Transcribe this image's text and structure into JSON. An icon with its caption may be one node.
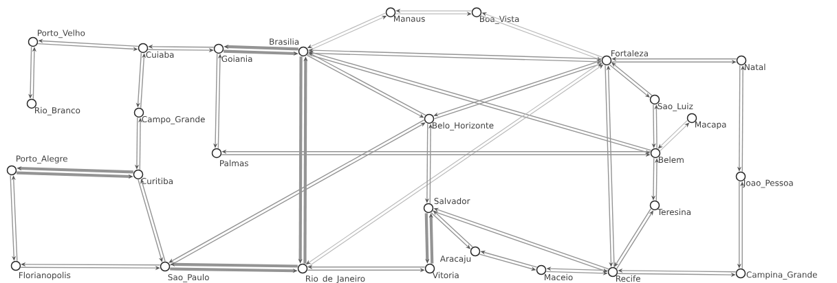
{
  "diagram": {
    "nodes": [
      {
        "text": [
          "Manaus"
        ]
      },
      {
        "text": [
          "Boa_Vista"
        ]
      },
      {
        "text": [
          "Porto_Velho"
        ]
      },
      {
        "text": [
          "Cuiaba"
        ]
      },
      {
        "text": [
          "Goiania"
        ]
      },
      {
        "text": [
          "Brasilia"
        ]
      },
      {
        "text": [
          "Fortaleza"
        ]
      },
      {
        "text": [
          "Natal"
        ]
      },
      {
        "text": [
          "Rio_Branco"
        ]
      },
      {
        "text": [
          "Sao_Luiz"
        ]
      },
      {
        "text": [
          "Campo_Grande"
        ]
      },
      {
        "text": [
          "Belo_Horizonte"
        ]
      },
      {
        "text": [
          "Macapa"
        ]
      },
      {
        "text": [
          "Palmas"
        ]
      },
      {
        "text": [
          "Belem"
        ]
      },
      {
        "text": [
          "Porto_Alegre"
        ]
      },
      {
        "text": [
          "Curitiba"
        ]
      },
      {
        "text": [
          "Joao_Pessoa"
        ]
      },
      {
        "text": [
          "Teresina"
        ]
      },
      {
        "text": [
          "Salvador"
        ]
      },
      {
        "text": [
          "Aracaju"
        ]
      },
      {
        "text": [
          "Florianopolis"
        ]
      },
      {
        "text": [
          "Sao_Paulo"
        ]
      },
      {
        "text": [
          "Rio_de_Janeiro"
        ]
      },
      {
        "text": [
          "Vitoria"
        ]
      },
      {
        "text": [
          "Maceio"
        ]
      },
      {
        "text": [
          "Recife"
        ]
      },
      {
        "text": [
          "Campina_Grande"
        ]
      }
    ],
    "edges": [
      {
        "from": 2,
        "to": 8,
        "arrow": "to"
      },
      {
        "from": 8,
        "to": 2,
        "arrow": "to"
      },
      {
        "from": 2,
        "to": 3,
        "arrow": "to"
      },
      {
        "from": 3,
        "to": 2,
        "arrow": "to"
      },
      {
        "from": 3,
        "to": 4,
        "arrow": "to"
      },
      {
        "from": 4,
        "to": 3,
        "arrow": "to"
      },
      {
        "from": 3,
        "to": 10,
        "arrow": "to"
      },
      {
        "from": 10,
        "to": 3,
        "arrow": "to"
      },
      {
        "from": 4,
        "to": 5,
        "arrow": "to",
        "style": "thick"
      },
      {
        "from": 5,
        "to": 4,
        "arrow": "to",
        "style": "thick"
      },
      {
        "from": 4,
        "to": 13,
        "arrow": "to"
      },
      {
        "from": 13,
        "to": 4,
        "arrow": "to"
      },
      {
        "from": 5,
        "to": 0,
        "arrow": "to",
        "color": "#bbbbbb"
      },
      {
        "from": 0,
        "to": 5,
        "arrow": "to",
        "color": "#bbbbbb"
      },
      {
        "from": 0,
        "to": 1,
        "arrow": "to",
        "color": "#bbbbbb"
      },
      {
        "from": 1,
        "to": 0,
        "arrow": "to",
        "color": "#bbbbbb"
      },
      {
        "from": 1,
        "to": 6,
        "arrow": "to",
        "color": "#bbbbbb"
      },
      {
        "from": 6,
        "to": 1,
        "arrow": "to",
        "color": "#bbbbbb"
      },
      {
        "from": 5,
        "to": 6,
        "arrow": "to"
      },
      {
        "from": 6,
        "to": 5,
        "arrow": "to"
      },
      {
        "from": 5,
        "to": 11,
        "arrow": "to"
      },
      {
        "from": 11,
        "to": 5,
        "arrow": "to"
      },
      {
        "from": 5,
        "to": 14,
        "arrow": "to"
      },
      {
        "from": 14,
        "to": 5,
        "arrow": "to"
      },
      {
        "from": 5,
        "to": 23,
        "arrow": "to",
        "style": "thick"
      },
      {
        "from": 23,
        "to": 5,
        "arrow": "to",
        "style": "thick"
      },
      {
        "from": 6,
        "to": 7,
        "arrow": "to"
      },
      {
        "from": 7,
        "to": 6,
        "arrow": "to"
      },
      {
        "from": 6,
        "to": 9,
        "arrow": "to"
      },
      {
        "from": 9,
        "to": 6,
        "arrow": "to"
      },
      {
        "from": 6,
        "to": 26,
        "arrow": "to"
      },
      {
        "from": 26,
        "to": 6,
        "arrow": "to"
      },
      {
        "from": 6,
        "to": 11,
        "arrow": "to"
      },
      {
        "from": 11,
        "to": 6,
        "arrow": "to"
      },
      {
        "from": 23,
        "to": 6,
        "arrow": "to",
        "color": "#bbbbbb"
      },
      {
        "from": 6,
        "to": 23,
        "arrow": "to",
        "color": "#bbbbbb"
      },
      {
        "from": 11,
        "to": 19,
        "arrow": "to"
      },
      {
        "from": 19,
        "to": 11,
        "arrow": "to"
      },
      {
        "from": 11,
        "to": 22,
        "arrow": "to"
      },
      {
        "from": 22,
        "to": 11,
        "arrow": "to"
      },
      {
        "from": 13,
        "to": 14,
        "arrow": "to"
      },
      {
        "from": 14,
        "to": 13,
        "arrow": "to"
      },
      {
        "from": 9,
        "to": 14,
        "arrow": "to"
      },
      {
        "from": 14,
        "to": 9,
        "arrow": "to"
      },
      {
        "from": 14,
        "to": 12,
        "arrow": "to",
        "color": "#bbbbbb"
      },
      {
        "from": 12,
        "to": 14,
        "arrow": "to",
        "color": "#bbbbbb"
      },
      {
        "from": 14,
        "to": 18,
        "arrow": "to"
      },
      {
        "from": 18,
        "to": 14,
        "arrow": "to"
      },
      {
        "from": 18,
        "to": 26,
        "arrow": "to"
      },
      {
        "from": 26,
        "to": 18,
        "arrow": "to"
      },
      {
        "from": 7,
        "to": 17,
        "arrow": "to"
      },
      {
        "from": 17,
        "to": 7,
        "arrow": "to"
      },
      {
        "from": 17,
        "to": 27,
        "arrow": "to"
      },
      {
        "from": 27,
        "to": 17,
        "arrow": "to"
      },
      {
        "from": 26,
        "to": 27,
        "arrow": "to"
      },
      {
        "from": 27,
        "to": 26,
        "arrow": "to"
      },
      {
        "from": 26,
        "to": 25,
        "arrow": "to"
      },
      {
        "from": 25,
        "to": 26,
        "arrow": "to"
      },
      {
        "from": 19,
        "to": 26,
        "arrow": "to"
      },
      {
        "from": 26,
        "to": 19,
        "arrow": "to"
      },
      {
        "from": 19,
        "to": 20,
        "arrow": "to"
      },
      {
        "from": 20,
        "to": 19,
        "arrow": "to"
      },
      {
        "from": 20,
        "to": 25,
        "arrow": "to"
      },
      {
        "from": 25,
        "to": 20,
        "arrow": "to"
      },
      {
        "from": 19,
        "to": 24,
        "arrow": "to",
        "style": "thick"
      },
      {
        "from": 24,
        "to": 19,
        "arrow": "to",
        "style": "thick"
      },
      {
        "from": 23,
        "to": 24,
        "arrow": "to"
      },
      {
        "from": 24,
        "to": 23,
        "arrow": "to"
      },
      {
        "from": 22,
        "to": 23,
        "arrow": "to",
        "style": "thick"
      },
      {
        "from": 23,
        "to": 22,
        "arrow": "to",
        "style": "thick"
      },
      {
        "from": 22,
        "to": 16,
        "arrow": "to"
      },
      {
        "from": 16,
        "to": 22,
        "arrow": "to"
      },
      {
        "from": 22,
        "to": 21,
        "arrow": "to"
      },
      {
        "from": 21,
        "to": 22,
        "arrow": "to"
      },
      {
        "from": 16,
        "to": 15,
        "arrow": "to",
        "style": "thick"
      },
      {
        "from": 15,
        "to": 16,
        "arrow": "to",
        "style": "thick"
      },
      {
        "from": 16,
        "to": 10,
        "arrow": "to"
      },
      {
        "from": 10,
        "to": 16,
        "arrow": "to"
      },
      {
        "from": 15,
        "to": 21,
        "arrow": "to"
      },
      {
        "from": 21,
        "to": 15,
        "arrow": "to"
      }
    ]
  }
}
